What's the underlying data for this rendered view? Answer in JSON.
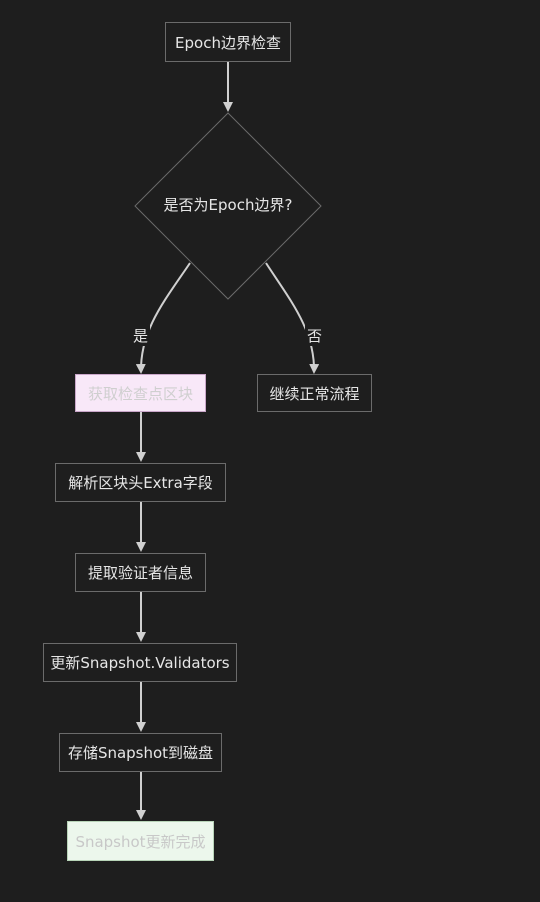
{
  "nodes": {
    "start": "Epoch边界检查",
    "decision": "是否为Epoch边界?",
    "get_checkpoint": "获取检查点区块",
    "continue_normal": "继续正常流程",
    "parse_extra": "解析区块头Extra字段",
    "extract_validators": "提取验证者信息",
    "update_snapshot": "更新Snapshot.Validators",
    "store_snapshot": "存储Snapshot到磁盘",
    "done": "Snapshot更新完成"
  },
  "edges": {
    "yes": "是",
    "no": "否"
  },
  "colors": {
    "background": "#1e1e1e",
    "node_border": "#6b6b6b",
    "edge": "#d0d0d0",
    "text": "#e6e6e6",
    "pink_node": "#f8e8f8",
    "mint_node": "#ecf7ec"
  }
}
